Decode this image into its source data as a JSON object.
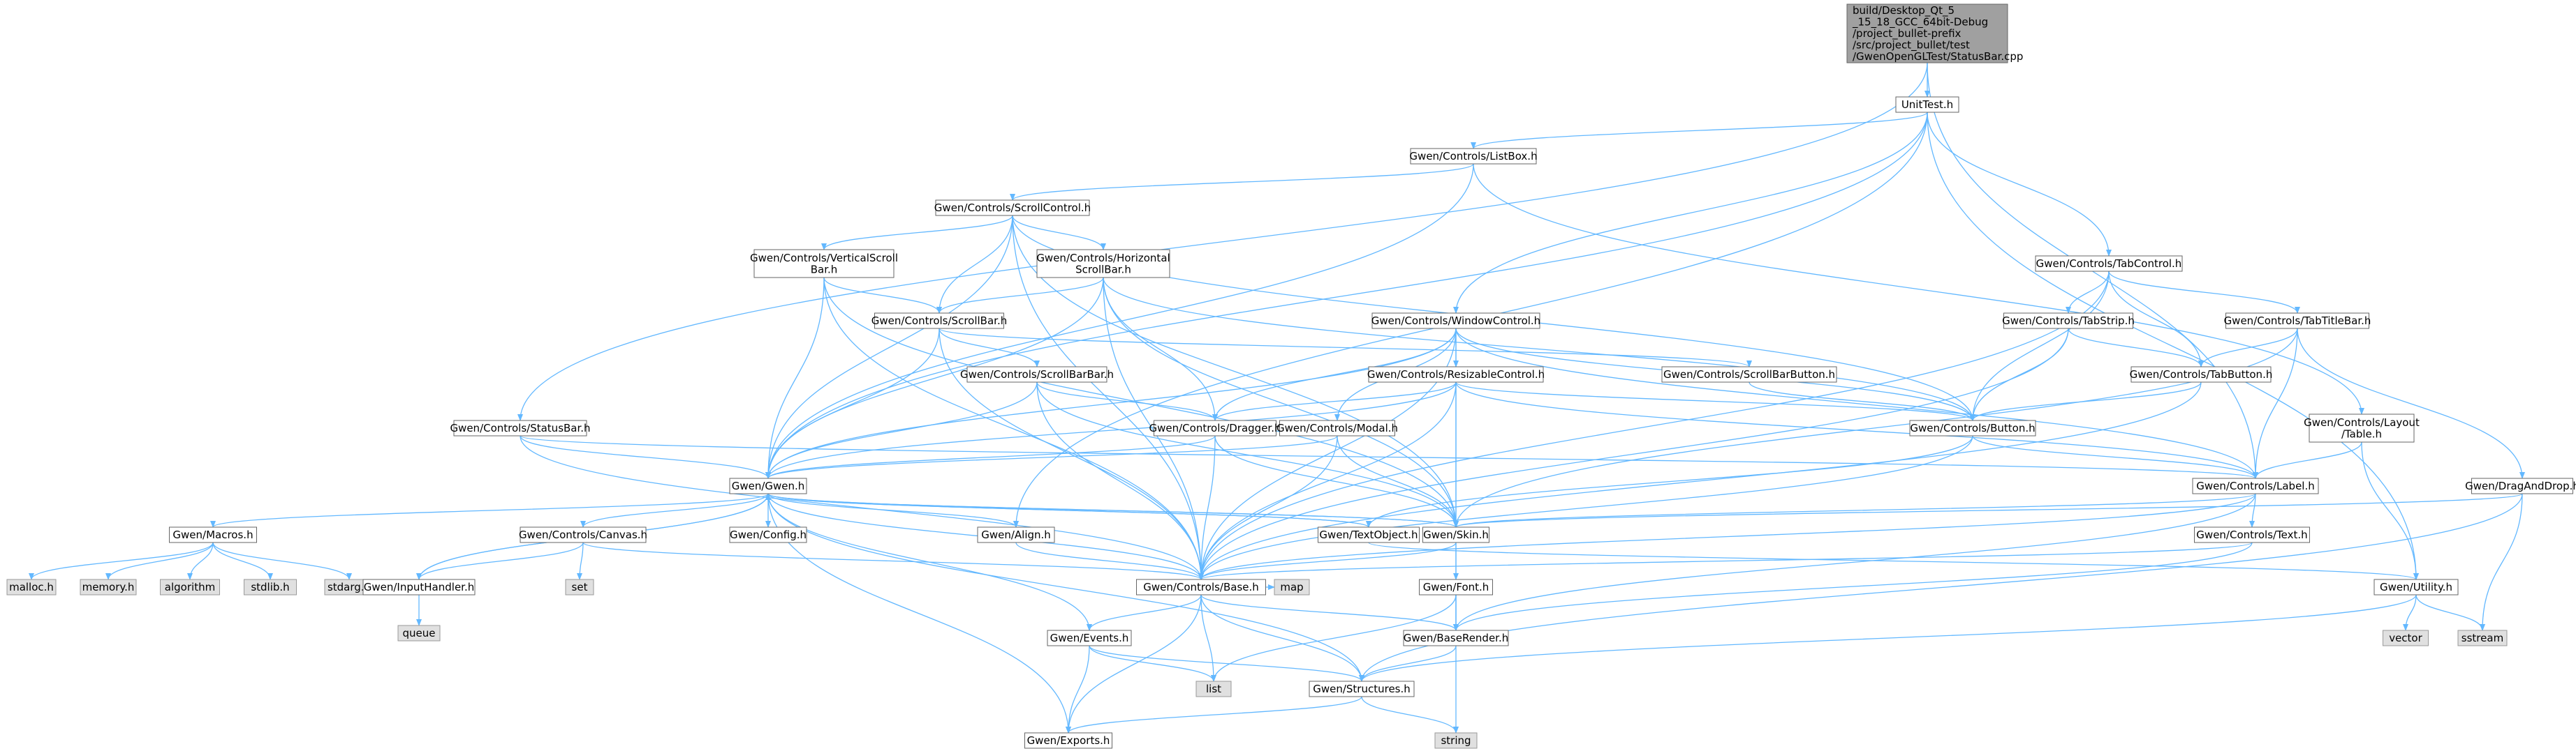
{
  "graph": {
    "colors": {
      "edge": "#63b8ff",
      "node_border": "#666666",
      "root_fill": "#a0a0a0",
      "external_fill": "#e0e0e0",
      "background": "#ffffff"
    },
    "nodes": [
      {
        "id": "root",
        "lines": [
          "build/Desktop_Qt_5",
          "_15_18_GCC_64bit-Debug",
          "/project_bullet-prefix",
          "/src/project_bullet/test",
          "/GwenOpenGLTest/StatusBar.cpp"
        ],
        "kind": "root"
      },
      {
        "id": "unittest",
        "lines": [
          "UnitTest.h"
        ],
        "kind": "file"
      },
      {
        "id": "listbox",
        "lines": [
          "Gwen/Controls/ListBox.h"
        ],
        "kind": "file"
      },
      {
        "id": "scrollcontrol",
        "lines": [
          "Gwen/Controls/ScrollControl.h"
        ],
        "kind": "file"
      },
      {
        "id": "vscroll",
        "lines": [
          "Gwen/Controls/VerticalScroll",
          "Bar.h"
        ],
        "kind": "file"
      },
      {
        "id": "hscroll",
        "lines": [
          "Gwen/Controls/Horizontal",
          "ScrollBar.h"
        ],
        "kind": "file"
      },
      {
        "id": "tabcontrol",
        "lines": [
          "Gwen/Controls/TabControl.h"
        ],
        "kind": "file"
      },
      {
        "id": "tabstrip",
        "lines": [
          "Gwen/Controls/TabStrip.h"
        ],
        "kind": "file"
      },
      {
        "id": "tabtitlebar",
        "lines": [
          "Gwen/Controls/TabTitleBar.h"
        ],
        "kind": "file"
      },
      {
        "id": "windowcontrol",
        "lines": [
          "Gwen/Controls/WindowControl.h"
        ],
        "kind": "file"
      },
      {
        "id": "scrollbar",
        "lines": [
          "Gwen/Controls/ScrollBar.h"
        ],
        "kind": "file"
      },
      {
        "id": "tabbutton",
        "lines": [
          "Gwen/Controls/TabButton.h"
        ],
        "kind": "file"
      },
      {
        "id": "scrollbarbar",
        "lines": [
          "Gwen/Controls/ScrollBarBar.h"
        ],
        "kind": "file"
      },
      {
        "id": "resizable",
        "lines": [
          "Gwen/Controls/ResizableControl.h"
        ],
        "kind": "file"
      },
      {
        "id": "scrollbarbutton",
        "lines": [
          "Gwen/Controls/ScrollBarButton.h"
        ],
        "kind": "file"
      },
      {
        "id": "statusbar",
        "lines": [
          "Gwen/Controls/StatusBar.h"
        ],
        "kind": "file"
      },
      {
        "id": "dragger",
        "lines": [
          "Gwen/Controls/Dragger.h"
        ],
        "kind": "file"
      },
      {
        "id": "modal",
        "lines": [
          "Gwen/Controls/Modal.h"
        ],
        "kind": "file"
      },
      {
        "id": "button",
        "lines": [
          "Gwen/Controls/Button.h"
        ],
        "kind": "file"
      },
      {
        "id": "layouttable",
        "lines": [
          "Gwen/Controls/Layout",
          "/Table.h"
        ],
        "kind": "file"
      },
      {
        "id": "gwenh",
        "lines": [
          "Gwen/Gwen.h"
        ],
        "kind": "file"
      },
      {
        "id": "label",
        "lines": [
          "Gwen/Controls/Label.h"
        ],
        "kind": "file"
      },
      {
        "id": "draganddrop",
        "lines": [
          "Gwen/DragAndDrop.h"
        ],
        "kind": "file"
      },
      {
        "id": "macros",
        "lines": [
          "Gwen/Macros.h"
        ],
        "kind": "file"
      },
      {
        "id": "canvas",
        "lines": [
          "Gwen/Controls/Canvas.h"
        ],
        "kind": "file"
      },
      {
        "id": "config",
        "lines": [
          "Gwen/Config.h"
        ],
        "kind": "file"
      },
      {
        "id": "align",
        "lines": [
          "Gwen/Align.h"
        ],
        "kind": "file"
      },
      {
        "id": "textobject",
        "lines": [
          "Gwen/TextObject.h"
        ],
        "kind": "file"
      },
      {
        "id": "skin",
        "lines": [
          "Gwen/Skin.h"
        ],
        "kind": "file"
      },
      {
        "id": "text",
        "lines": [
          "Gwen/Controls/Text.h"
        ],
        "kind": "file"
      },
      {
        "id": "malloc",
        "lines": [
          "malloc.h"
        ],
        "kind": "ext"
      },
      {
        "id": "memory",
        "lines": [
          "memory.h"
        ],
        "kind": "ext"
      },
      {
        "id": "algorithm",
        "lines": [
          "algorithm"
        ],
        "kind": "ext"
      },
      {
        "id": "stdlib",
        "lines": [
          "stdlib.h"
        ],
        "kind": "ext"
      },
      {
        "id": "stdarg",
        "lines": [
          "stdarg.h"
        ],
        "kind": "ext"
      },
      {
        "id": "inputhandler",
        "lines": [
          "Gwen/InputHandler.h"
        ],
        "kind": "file"
      },
      {
        "id": "set",
        "lines": [
          "set"
        ],
        "kind": "ext"
      },
      {
        "id": "base",
        "lines": [
          "Gwen/Controls/Base.h"
        ],
        "kind": "file"
      },
      {
        "id": "font",
        "lines": [
          "Gwen/Font.h"
        ],
        "kind": "file"
      },
      {
        "id": "utility",
        "lines": [
          "Gwen/Utility.h"
        ],
        "kind": "file"
      },
      {
        "id": "queue",
        "lines": [
          "queue"
        ],
        "kind": "ext"
      },
      {
        "id": "events",
        "lines": [
          "Gwen/Events.h"
        ],
        "kind": "file"
      },
      {
        "id": "map",
        "lines": [
          "map"
        ],
        "kind": "ext"
      },
      {
        "id": "baserender",
        "lines": [
          "Gwen/BaseRender.h"
        ],
        "kind": "file"
      },
      {
        "id": "vector",
        "lines": [
          "vector"
        ],
        "kind": "ext"
      },
      {
        "id": "sstream",
        "lines": [
          "sstream"
        ],
        "kind": "ext"
      },
      {
        "id": "list",
        "lines": [
          "list"
        ],
        "kind": "ext"
      },
      {
        "id": "structures",
        "lines": [
          "Gwen/Structures.h"
        ],
        "kind": "file"
      },
      {
        "id": "exports",
        "lines": [
          "Gwen/Exports.h"
        ],
        "kind": "file"
      },
      {
        "id": "string",
        "lines": [
          "string"
        ],
        "kind": "ext"
      }
    ],
    "edges": [
      [
        "root",
        "unittest"
      ],
      [
        "root",
        "statusbar"
      ],
      [
        "root",
        "label"
      ],
      [
        "unittest",
        "listbox"
      ],
      [
        "unittest",
        "tabcontrol"
      ],
      [
        "unittest",
        "windowcontrol"
      ],
      [
        "unittest",
        "gwenh"
      ],
      [
        "unittest",
        "align"
      ],
      [
        "unittest",
        "utility"
      ],
      [
        "listbox",
        "scrollcontrol"
      ],
      [
        "listbox",
        "gwenh"
      ],
      [
        "listbox",
        "layouttable"
      ],
      [
        "scrollcontrol",
        "vscroll"
      ],
      [
        "scrollcontrol",
        "hscroll"
      ],
      [
        "scrollcontrol",
        "scrollbar"
      ],
      [
        "scrollcontrol",
        "gwenh"
      ],
      [
        "scrollcontrol",
        "base"
      ],
      [
        "scrollcontrol",
        "button"
      ],
      [
        "scrollcontrol",
        "skin"
      ],
      [
        "vscroll",
        "scrollbar"
      ],
      [
        "vscroll",
        "gwenh"
      ],
      [
        "vscroll",
        "base"
      ],
      [
        "vscroll",
        "skin"
      ],
      [
        "hscroll",
        "scrollbar"
      ],
      [
        "hscroll",
        "gwenh"
      ],
      [
        "hscroll",
        "dragger"
      ],
      [
        "hscroll",
        "base"
      ],
      [
        "hscroll",
        "button"
      ],
      [
        "hscroll",
        "skin"
      ],
      [
        "tabcontrol",
        "tabstrip"
      ],
      [
        "tabcontrol",
        "tabtitlebar"
      ],
      [
        "tabcontrol",
        "tabbutton"
      ],
      [
        "tabcontrol",
        "button"
      ],
      [
        "tabcontrol",
        "base"
      ],
      [
        "tabstrip",
        "tabbutton"
      ],
      [
        "tabstrip",
        "button"
      ],
      [
        "tabstrip",
        "base"
      ],
      [
        "tabtitlebar",
        "tabbutton"
      ],
      [
        "tabtitlebar",
        "label"
      ],
      [
        "tabtitlebar",
        "draganddrop"
      ],
      [
        "tabtitlebar",
        "skin"
      ],
      [
        "tabbutton",
        "button"
      ],
      [
        "tabbutton",
        "base"
      ],
      [
        "windowcontrol",
        "resizable"
      ],
      [
        "windowcontrol",
        "modal"
      ],
      [
        "windowcontrol",
        "dragger"
      ],
      [
        "windowcontrol",
        "label"
      ],
      [
        "windowcontrol",
        "button"
      ],
      [
        "windowcontrol",
        "gwenh"
      ],
      [
        "windowcontrol",
        "base"
      ],
      [
        "windowcontrol",
        "skin"
      ],
      [
        "scrollbar",
        "scrollbarbar"
      ],
      [
        "scrollbar",
        "scrollbarbutton"
      ],
      [
        "scrollbar",
        "gwenh"
      ],
      [
        "scrollbar",
        "base"
      ],
      [
        "scrollbarbar",
        "dragger"
      ],
      [
        "scrollbarbar",
        "gwenh"
      ],
      [
        "scrollbarbar",
        "base"
      ],
      [
        "scrollbarbar",
        "skin"
      ],
      [
        "scrollbarbutton",
        "button"
      ],
      [
        "resizable",
        "dragger"
      ],
      [
        "resizable",
        "label"
      ],
      [
        "resizable",
        "button"
      ],
      [
        "resizable",
        "gwenh"
      ],
      [
        "resizable",
        "base"
      ],
      [
        "resizable",
        "skin"
      ],
      [
        "modal",
        "gwenh"
      ],
      [
        "modal",
        "base"
      ],
      [
        "modal",
        "skin"
      ],
      [
        "statusbar",
        "gwenh"
      ],
      [
        "statusbar",
        "label"
      ],
      [
        "statusbar",
        "base"
      ],
      [
        "dragger",
        "gwenh"
      ],
      [
        "dragger",
        "base"
      ],
      [
        "dragger",
        "skin"
      ],
      [
        "button",
        "label"
      ],
      [
        "button",
        "base"
      ],
      [
        "button",
        "textobject"
      ],
      [
        "layouttable",
        "label"
      ],
      [
        "layouttable",
        "utility"
      ],
      [
        "gwenh",
        "macros"
      ],
      [
        "gwenh",
        "config"
      ],
      [
        "gwenh",
        "exports"
      ],
      [
        "gwenh",
        "events"
      ],
      [
        "gwenh",
        "structures"
      ],
      [
        "gwenh",
        "skin"
      ],
      [
        "gwenh",
        "base"
      ],
      [
        "gwenh",
        "canvas"
      ],
      [
        "gwenh",
        "align"
      ],
      [
        "gwenh",
        "textobject"
      ],
      [
        "gwenh",
        "inputhandler"
      ],
      [
        "label",
        "text"
      ],
      [
        "label",
        "base"
      ],
      [
        "label",
        "skin"
      ],
      [
        "label",
        "baserender"
      ],
      [
        "draganddrop",
        "skin"
      ],
      [
        "draganddrop",
        "structures"
      ],
      [
        "draganddrop",
        "sstream"
      ],
      [
        "macros",
        "malloc"
      ],
      [
        "macros",
        "memory"
      ],
      [
        "macros",
        "algorithm"
      ],
      [
        "macros",
        "stdlib"
      ],
      [
        "macros",
        "stdarg"
      ],
      [
        "canvas",
        "base"
      ],
      [
        "canvas",
        "set"
      ],
      [
        "canvas",
        "inputhandler"
      ],
      [
        "align",
        "base"
      ],
      [
        "textobject",
        "gwenh"
      ],
      [
        "textobject",
        "utility"
      ],
      [
        "skin",
        "gwenh"
      ],
      [
        "skin",
        "base"
      ],
      [
        "skin",
        "font"
      ],
      [
        "skin",
        "baserender"
      ],
      [
        "text",
        "base"
      ],
      [
        "text",
        "baserender"
      ],
      [
        "inputhandler",
        "queue"
      ],
      [
        "inputhandler",
        "gwenh"
      ],
      [
        "base",
        "exports"
      ],
      [
        "base",
        "structures"
      ],
      [
        "base",
        "events"
      ],
      [
        "base",
        "baserender"
      ],
      [
        "base",
        "map"
      ],
      [
        "base",
        "list"
      ],
      [
        "font",
        "list"
      ],
      [
        "font",
        "string"
      ],
      [
        "font",
        "baserender"
      ],
      [
        "utility",
        "structures"
      ],
      [
        "utility",
        "vector"
      ],
      [
        "utility",
        "sstream"
      ],
      [
        "events",
        "exports"
      ],
      [
        "events",
        "structures"
      ],
      [
        "events",
        "list"
      ],
      [
        "baserender",
        "structures"
      ],
      [
        "structures",
        "exports"
      ],
      [
        "structures",
        "string"
      ]
    ]
  }
}
